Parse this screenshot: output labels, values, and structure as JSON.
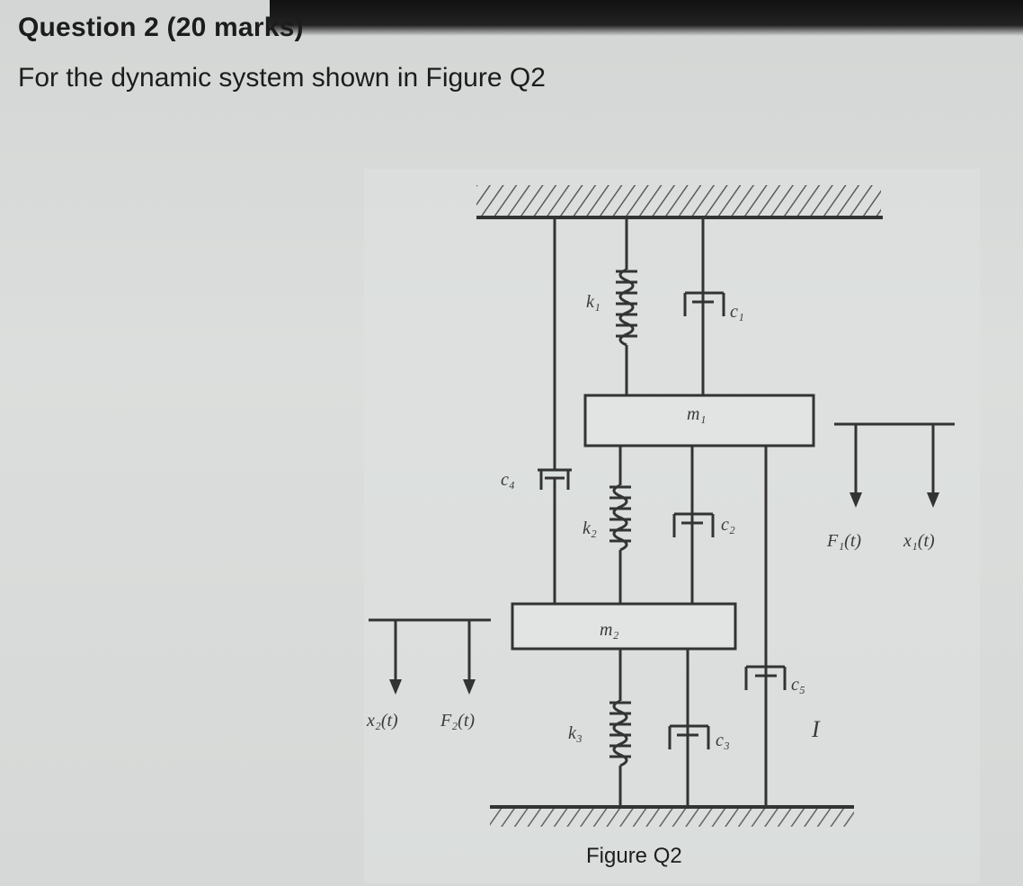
{
  "question": {
    "title": "Question 2 (20 marks)",
    "text": "For the dynamic system shown in Figure Q2"
  },
  "figure": {
    "caption": "Figure Q2",
    "masses": {
      "m1": "m₁",
      "m2": "m₂"
    },
    "springs": {
      "k1": "k₁",
      "k2": "k₂",
      "k3": "k₃"
    },
    "dampers": {
      "c1": "c₁",
      "c2": "c₂",
      "c3": "c₃",
      "c4": "c₄",
      "c5": "c₅"
    },
    "loads": {
      "f1": "F₁(t)",
      "x1": "x₁(t)",
      "x2": "x₂(t)",
      "f2": "F₂(t)"
    },
    "marker": "I"
  }
}
